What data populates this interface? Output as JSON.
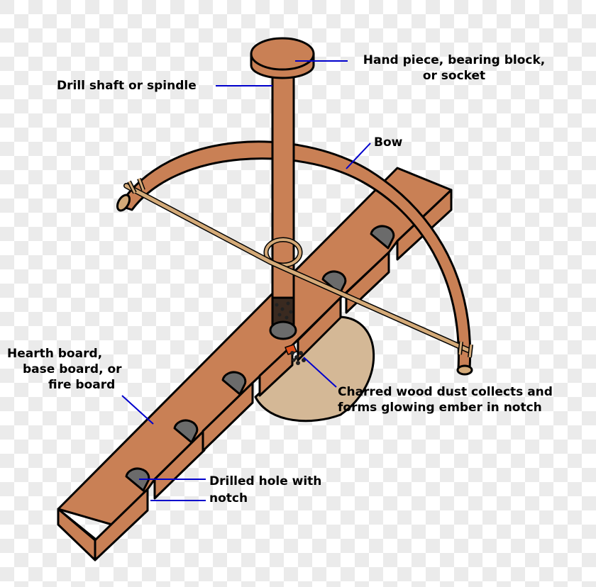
{
  "diagram": {
    "type": "bow drill fire-starting apparatus",
    "colors": {
      "wood": "#c98055",
      "string": "#d4aa78",
      "board_cut": "#c98055",
      "dust_pad": "#d4b896",
      "hole": "#6b6b6b",
      "ember": "#e0501a",
      "leader_line": "#0000cc",
      "outline": "#000000"
    }
  },
  "labels": {
    "hand_piece": {
      "line1": "Hand piece, bearing block,",
      "line2": "or socket"
    },
    "drill_shaft": "Drill shaft or spindle",
    "bow": "Bow",
    "hearth_board": {
      "line1": "Hearth board,",
      "line2": "base board, or",
      "line3": "fire board"
    },
    "charred_dust": {
      "line1": "Charred wood dust collects and",
      "line2": "forms glowing ember in notch"
    },
    "drilled_hole": {
      "line1": "Drilled hole with",
      "line2": "notch"
    }
  }
}
